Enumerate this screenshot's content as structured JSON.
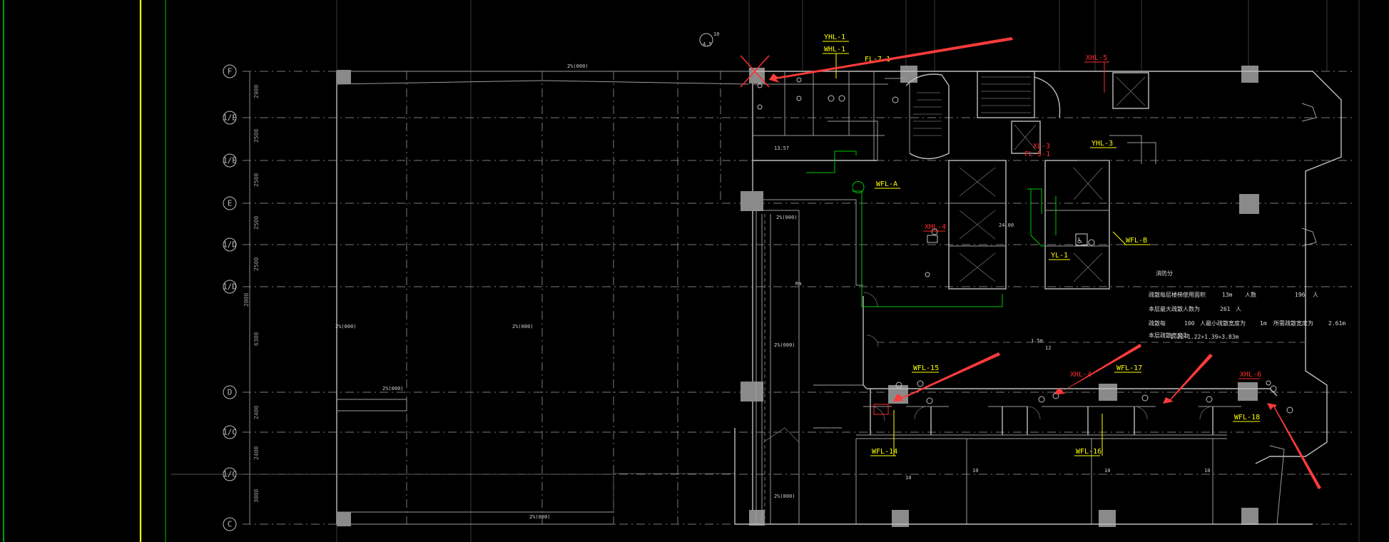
{
  "axes": {
    "rows": [
      "F",
      "1/E",
      "1/E",
      "E",
      "1/D",
      "1/D",
      "D",
      "1/C",
      "1/C",
      "C"
    ],
    "row_dims": [
      "2900",
      "2500",
      "2500",
      "2500",
      "2500",
      "2000",
      "6300",
      "2400",
      "2400",
      "3000"
    ]
  },
  "pipe_tags_yellow": [
    "YHL-1",
    "WHL-1",
    "FL-7-1",
    "WFL-A",
    "YHL-3",
    "WFL-B",
    "YL-1",
    "WFL-15",
    "WFL-17",
    "WFL-14",
    "WFL-16",
    "WFL-18"
  ],
  "pipe_tags_red": [
    "XHL-5",
    "XL-3",
    "FL-5-1",
    "XHL-4",
    "XHL-6"
  ],
  "small_notes": [
    "10",
    "4.5",
    "13.57",
    "24.00",
    "1.5m",
    "12"
  ],
  "info_block": {
    "title": "消防分",
    "lines": [
      "疏散每层楼梯使用面积",
      "13m",
      "人数",
      "196",
      "人",
      "本层最大疏散人数为",
      "261",
      "人",
      "疏散每",
      "100",
      "人最小疏散宽度为",
      "1m",
      "所需疏散宽度为",
      "2.61m",
      "本层疏散宽度为",
      "1.22+1.22+1.39=3.83m"
    ]
  },
  "colors": {
    "background": "#000000",
    "line": "#bdbdbd",
    "grid": "#7a7a7a",
    "column": "#8a8a8a",
    "tag_yellow": "#ffff00",
    "tag_red": "#ff2a2a",
    "pipe_green": "#00c800",
    "annotation_arrow": "#ff3b3b",
    "sidebar_green": "#00ff00",
    "sidebar_yellow": "#ffff00"
  }
}
